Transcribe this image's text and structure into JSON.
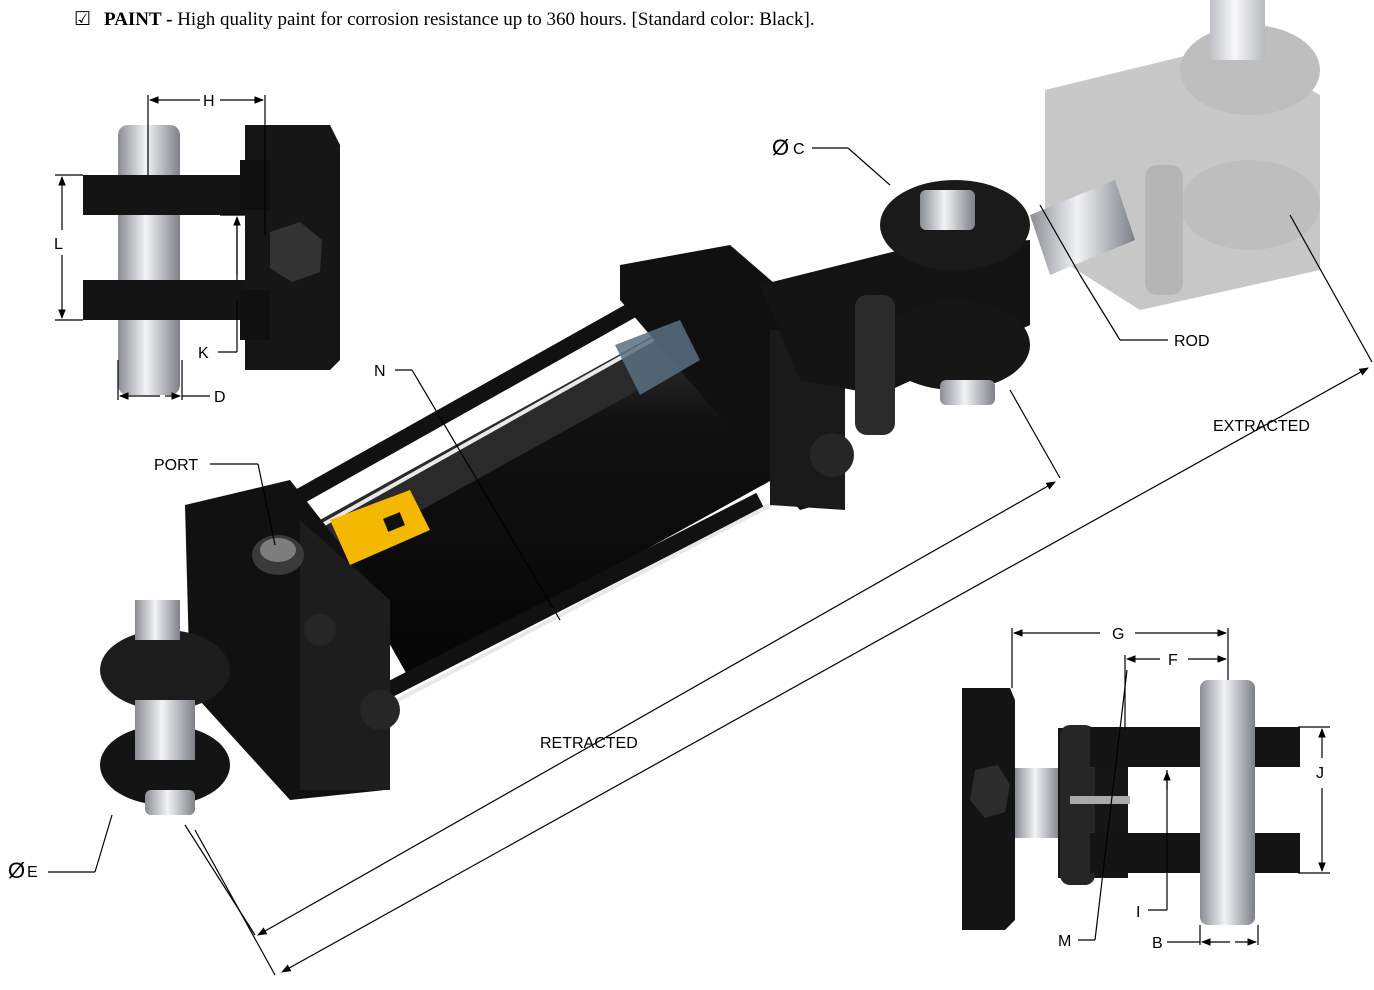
{
  "spec": {
    "checkbox": "☑",
    "title": "PAINT -",
    "text": "High quality paint for corrosion resistance up to 360 hours. [Standard color: Black]."
  },
  "labels": {
    "H": "H",
    "L": "L",
    "K": "K",
    "D": "D",
    "C": "C",
    "C_symbol": "Ø",
    "N": "N",
    "PORT": "PORT",
    "ROD": "ROD",
    "EXTRACTED": "EXTRACTED",
    "RETRACTED": "RETRACTED",
    "E": "E",
    "E_symbol": "Ø",
    "G": "G",
    "F": "F",
    "J": "J",
    "I": "I",
    "M": "M",
    "B": "B"
  },
  "colors": {
    "body": "#0d0d0d",
    "metal": "#c9cbd0",
    "ghost": "#b5b5b5",
    "label_yellow": "#f5b800"
  }
}
